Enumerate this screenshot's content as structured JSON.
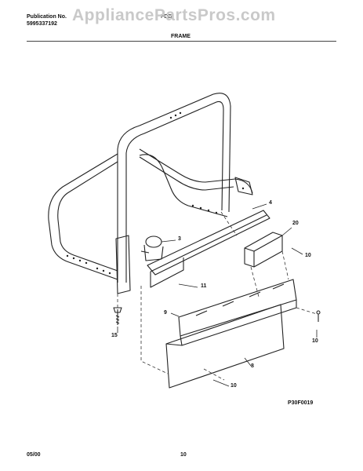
{
  "header": {
    "publication_label": "Publication No.",
    "publication_number": "5995337192",
    "model_fragment": "FDB",
    "section_title": "FRAME"
  },
  "watermark": "AppliancePartsPros.com",
  "callouts": {
    "c3": "3",
    "c4": "4",
    "c8": "8",
    "c9": "9",
    "c10a": "10",
    "c10b": "10",
    "c10c": "10",
    "c11": "11",
    "c15": "15",
    "c20": "20"
  },
  "diagram_code": "P30F0019",
  "footer": {
    "date": "05/00",
    "page": "10"
  }
}
